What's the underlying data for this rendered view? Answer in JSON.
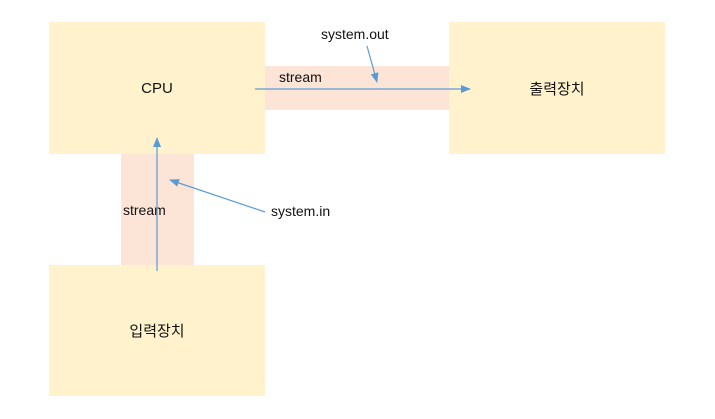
{
  "colors": {
    "box_fill": "#FFF2CC",
    "stream_fill": "#FCE4D6",
    "arrow": "#5B9BD5",
    "text": "#111111"
  },
  "boxes": {
    "cpu": "CPU",
    "output_device": "출력장치",
    "input_device": "입력장치"
  },
  "streams": {
    "horizontal_label": "stream",
    "vertical_label": "stream"
  },
  "callouts": {
    "system_out": "system.out",
    "system_in": "system.in"
  }
}
